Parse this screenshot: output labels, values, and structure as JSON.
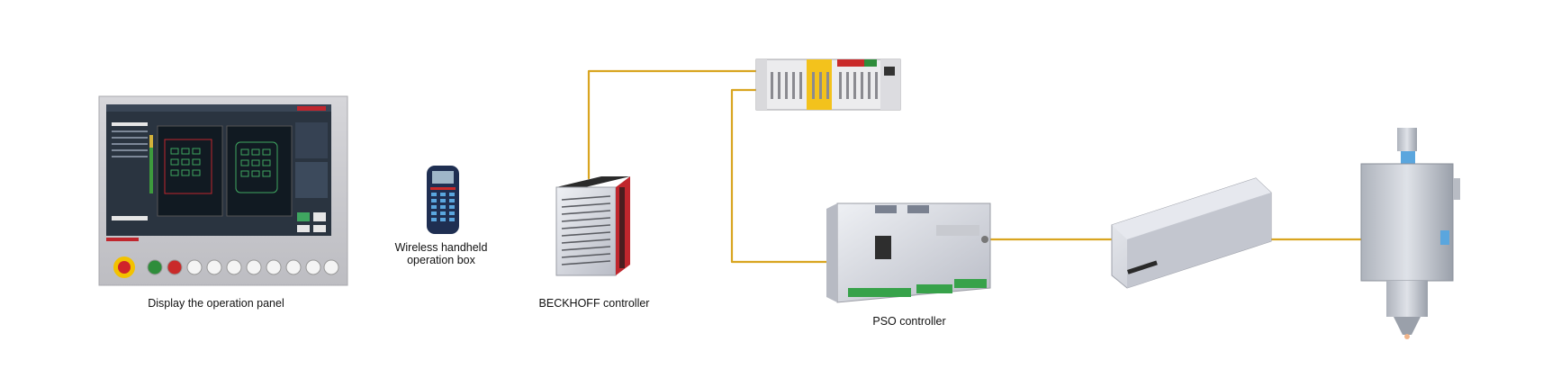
{
  "labels": {
    "panel": "Display the operation panel",
    "handheld_line1": "Wireless handheld",
    "handheld_line2": "operation box",
    "beckhoff": "BECKHOFF controller",
    "pso": "PSO controller"
  },
  "colors": {
    "cable": "#d9a520",
    "cable_dark": "#8a6a1a",
    "panel_bezel": "#c8c8cc",
    "screen_bg": "#2a3440",
    "brand_red": "#c0262d",
    "estop_yellow": "#f2c200",
    "device_gray": "#d8d9de"
  }
}
